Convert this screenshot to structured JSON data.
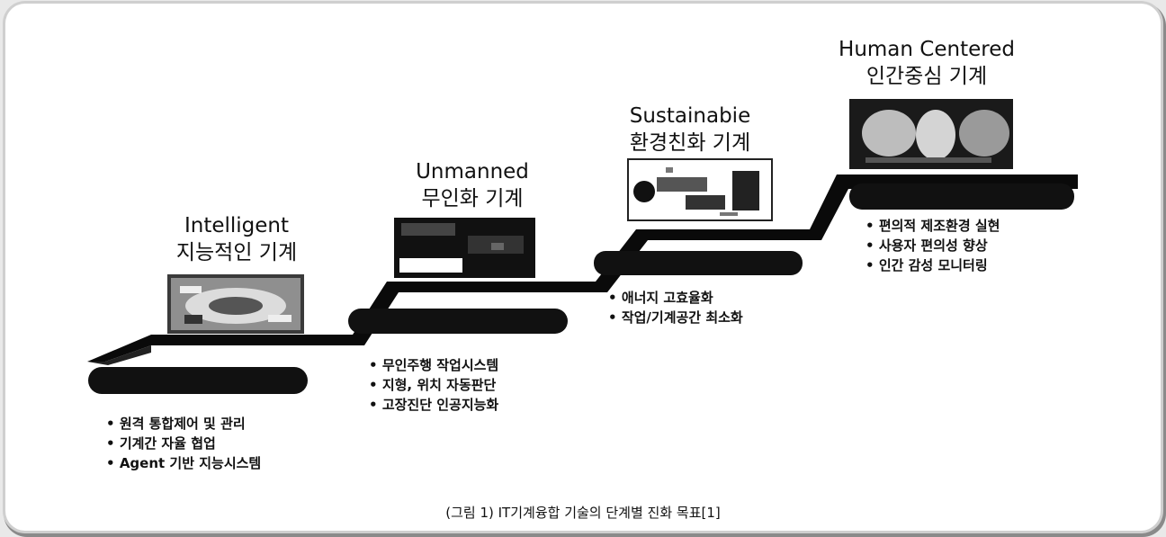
{
  "stages": [
    {
      "title_en": "Intelligent",
      "title_ko": "지능적인 기계",
      "bullets": [
        "원격 통합제어 및 관리",
        "기계간 자율 협업",
        "Agent 기반 지능시스템"
      ],
      "image_icon": "plant-layout-photo"
    },
    {
      "title_en": "Unmanned",
      "title_ko": "무인화 기계",
      "bullets": [
        "무인주행 작업시스템",
        "지형, 위치 자동판단",
        "고장진단 인공지능화"
      ],
      "image_icon": "unmanned-machine-photo"
    },
    {
      "title_en": "Sustainabie",
      "title_ko": "환경친화 기계",
      "bullets": [
        "애너지 고효율화",
        "작업/기계공간 최소화"
      ],
      "image_icon": "eco-machine-diagram"
    },
    {
      "title_en": "Human Centered",
      "title_ko": "인간중심 기계",
      "bullets": [
        "편의적 제조환경 실현",
        "사용자 편의성 향상",
        "인간 감성 모니터링"
      ],
      "image_icon": "human-interface-photo"
    }
  ],
  "caption": "(그림 1) IT기계융합 기술의 단계별 진화 목표[1]",
  "colors": {
    "stair": "#0a0a0a",
    "background": "#ffffff",
    "pill": "#111111"
  }
}
